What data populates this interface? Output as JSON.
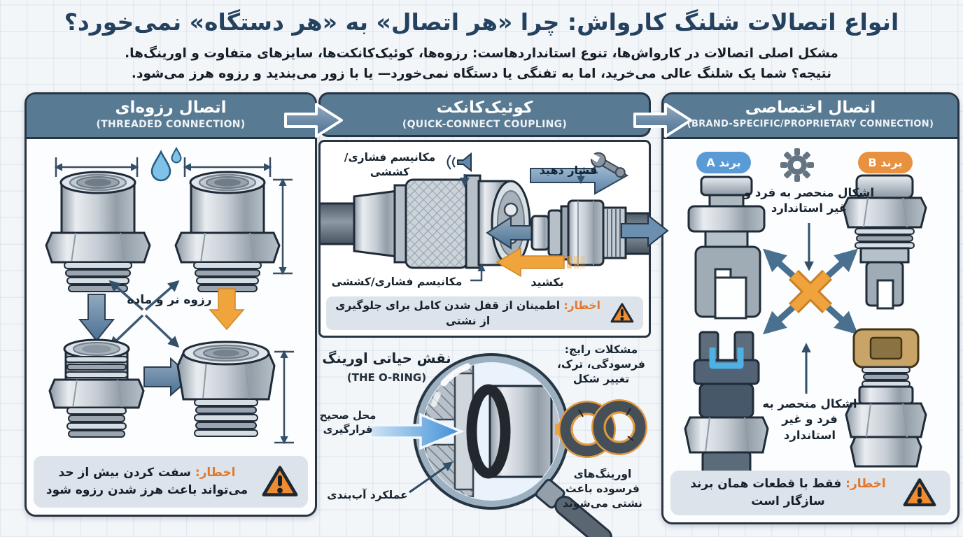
{
  "page": {
    "title": "انواع اتصالات شلنگ کارواش: چرا «هر اتصال» به «هر دستگاه» نمی‌خورد؟",
    "subtitle1": "مشکل اصلی اتصالات در کارواش‌ها، تنوع استانداردهاست: رزوه‌ها، کوئیک‌کانکت‌ها، سایزهای متفاوت و اورینگ‌ها.",
    "subtitle2": "نتیجه؟ شما یک شلنگ عالی می‌خرید، اما به تفنگی یا دستگاه نمی‌خورد— یا با زور می‌بندید و رزوه هرز می‌شود."
  },
  "colors": {
    "header_bar": "#587a93",
    "title_navy": "#24425f",
    "warning_orange": "#f08c2e",
    "brand_a_blue": "#5b9bd5",
    "brand_b_orange": "#e8913f",
    "steel_arrow": "#4a7094",
    "pull_orange": "#f0a43c"
  },
  "icons": {
    "droplet": "water-drop-icon",
    "speaker": "speaker-icon",
    "wrench": "wrench-icon",
    "gear": "gear-icon",
    "magnifier": "magnifying-glass-icon",
    "warning": "warning-triangle-icon"
  },
  "panels": {
    "threaded": {
      "title_fa": "اتصال رزوه‌ای",
      "title_en": "(THREADED CONNECTION)",
      "center_label": "رزوه نر و ماده",
      "warning_prefix": "اخطار:",
      "warning_text": "سفت کردن بیش از حد می‌تواند باعث هرز شدن رزوه شود"
    },
    "quick": {
      "title_fa": "کوئیک‌کانکت",
      "title_en": "(QUICK-CONNECT COUPLING)",
      "mech_label_top": "مکانیسم فشاری/کششی",
      "mech_label_bottom": "مکانیسم فشاری/کششی",
      "push_label": "فشار دهید",
      "pull_label": "بکشید",
      "warning_prefix": "اخطار:",
      "warning_text": "اطمینان از قفل شدن کامل برای جلوگیری از نشتی"
    },
    "oring": {
      "title_fa": "نقش حیاتی اورینگ",
      "title_en": "(THE O-RING)",
      "placement_label": "محل صحیح قرارگیری",
      "seal_label": "عملکرد آب‌بندی",
      "problems_label": "مشکلات رایج: فرسودگی، ترک، تغییر شکل",
      "worn_label": "اورینگ‌های فرسوده باعث نشتی می‌شوند"
    },
    "proprietary": {
      "title_fa": "اتصال اختصاصی",
      "title_en": "(BRAND-SPECIFIC/PROPRIETARY CONNECTION)",
      "brand_a": "برند A",
      "brand_b": "برند B",
      "shapes_label_top": "اشکال منحصر به فرد و غیر استاندارد",
      "shapes_label_bottom": "اشکال منحصر به فرد و غیر استاندارد",
      "warning_prefix": "اخطار:",
      "warning_text": "فقط با قطعات همان برند سازگار است"
    }
  }
}
